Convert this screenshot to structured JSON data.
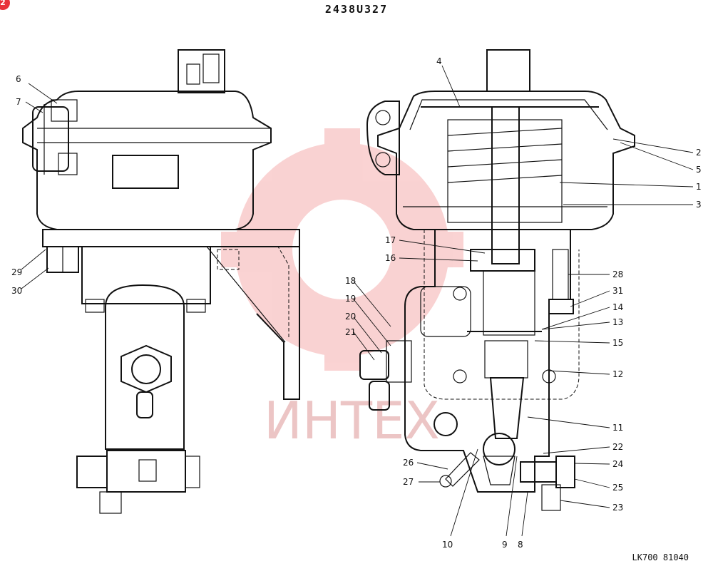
{
  "header": {
    "title": "2438U327",
    "badge": "2"
  },
  "footer": {
    "code": "LK700 81040"
  },
  "watermark": {
    "text": "ИНТЕХ",
    "color": "#f08080"
  },
  "callouts": [
    {
      "id": "c1",
      "label": "1"
    },
    {
      "id": "c2",
      "label": "2"
    },
    {
      "id": "c3",
      "label": "3"
    },
    {
      "id": "c4",
      "label": "4"
    },
    {
      "id": "c5",
      "label": "5"
    },
    {
      "id": "c6",
      "label": "6"
    },
    {
      "id": "c7",
      "label": "7"
    },
    {
      "id": "c8",
      "label": "8"
    },
    {
      "id": "c9",
      "label": "9"
    },
    {
      "id": "c10",
      "label": "10"
    },
    {
      "id": "c11",
      "label": "11"
    },
    {
      "id": "c12",
      "label": "12"
    },
    {
      "id": "c13",
      "label": "13"
    },
    {
      "id": "c14",
      "label": "14"
    },
    {
      "id": "c15",
      "label": "15"
    },
    {
      "id": "c16",
      "label": "16"
    },
    {
      "id": "c17",
      "label": "17"
    },
    {
      "id": "c18",
      "label": "18"
    },
    {
      "id": "c19",
      "label": "19"
    },
    {
      "id": "c20",
      "label": "20"
    },
    {
      "id": "c21",
      "label": "21"
    },
    {
      "id": "c22",
      "label": "22"
    },
    {
      "id": "c23",
      "label": "23"
    },
    {
      "id": "c24",
      "label": "24"
    },
    {
      "id": "c25",
      "label": "25"
    },
    {
      "id": "c26",
      "label": "26"
    },
    {
      "id": "c27",
      "label": "27"
    },
    {
      "id": "c28",
      "label": "28"
    },
    {
      "id": "c29",
      "label": "29"
    },
    {
      "id": "c30",
      "label": "30"
    },
    {
      "id": "c31",
      "label": "31"
    }
  ]
}
